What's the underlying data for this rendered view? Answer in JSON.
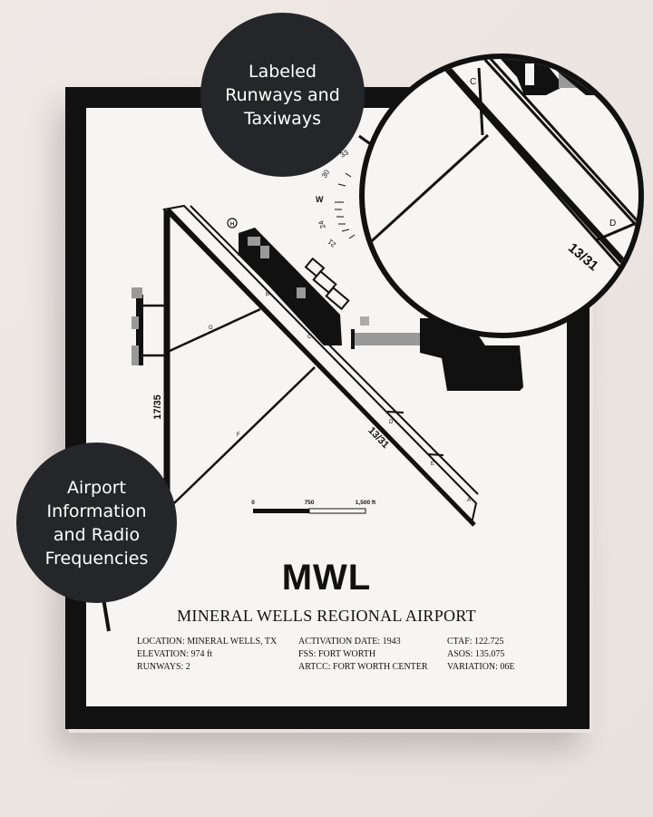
{
  "poster": {
    "code": "MWL",
    "name": "MINERAL WELLS REGIONAL AIRPORT",
    "info": {
      "location": "LOCATION: MINERAL WELLS, TX",
      "elevation": "ELEVATION: 974 ft",
      "runways": "RUNWAYS: 2",
      "activation": "ACTIVATION DATE: 1943",
      "fss": "FSS: FORT WORTH",
      "artcc": "ARTCC: FORT WORTH CENTER",
      "ctaf": "CTAF: 122.725",
      "asos": "ASOS: 135.075",
      "variation": "VARIATION: 06E"
    }
  },
  "map": {
    "runway_labels": {
      "r1": "17/35",
      "r2": "13/31"
    },
    "taxiway_labels": [
      "A",
      "B",
      "C",
      "D",
      "E",
      "F",
      "G",
      "A"
    ],
    "helipad": "H",
    "scale": {
      "zero": "0",
      "mid": "750",
      "end": "1,500 ft"
    },
    "compass": {
      "w": "W",
      "n30": "30",
      "n33": "33",
      "n24": "24",
      "n21": "21"
    }
  },
  "callouts": {
    "top": [
      "Labeled",
      "Runways and",
      "Taxiways"
    ],
    "left": [
      "Airport",
      "Information",
      "and Radio",
      "Frequencies"
    ]
  },
  "zoom": {
    "taxiway_c": "C",
    "taxiway_d": "D",
    "runway": "13/31"
  },
  "colors": {
    "badge": "#252629",
    "frame": "#111111",
    "paper": "#f6f5f3",
    "wall": "#ece6e2"
  }
}
